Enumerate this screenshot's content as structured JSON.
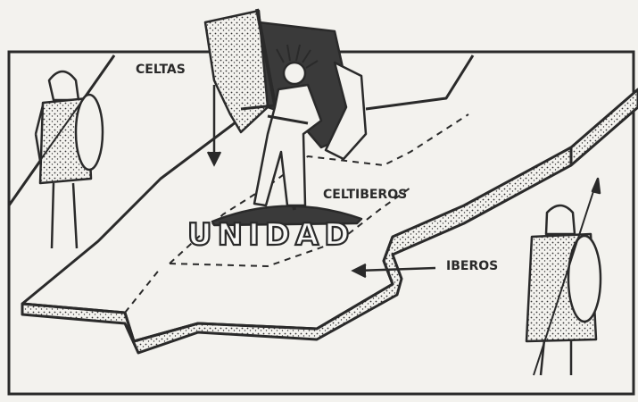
{
  "labels": {
    "celtas": "CELTAS",
    "celtiberos": "CELTIBEROS",
    "iberos": "IBEROS",
    "unidad": "UNIDAD"
  },
  "icons": [
    "celt-warrior-figure",
    "iberian-warrior-figure",
    "flag-bearer-figure",
    "peninsula-map"
  ],
  "colors": {
    "ink": "#2a2a2a",
    "paper": "#f3f2ee",
    "flag_dark": "#3a3a3a"
  }
}
